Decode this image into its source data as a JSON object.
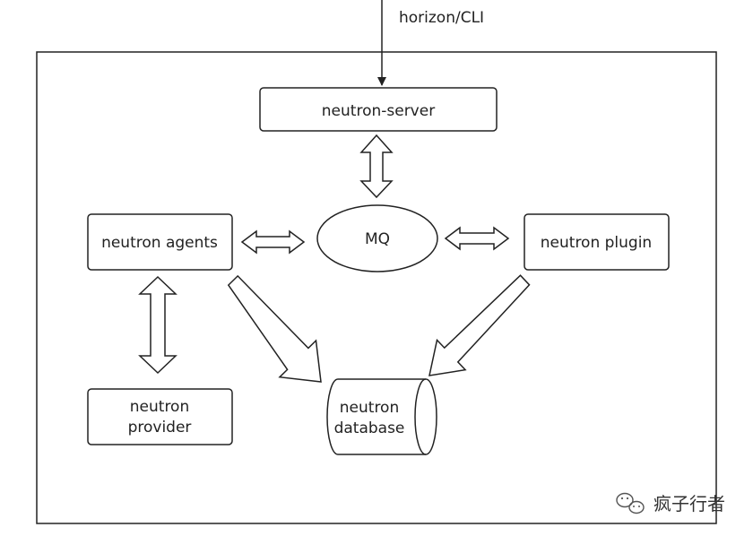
{
  "diagram": {
    "input_label": "horizon/CLI",
    "nodes": {
      "server": "neutron-server",
      "mq": "MQ",
      "agents": "neutron agents",
      "plugin": "neutron plugin",
      "provider_line1": "neutron",
      "provider_line2": "provider",
      "database_line1": "neutron",
      "database_line2": "database"
    }
  },
  "watermark": {
    "text": "疯子行者",
    "icon": "wechat-icon"
  },
  "colors": {
    "stroke": "#222222",
    "background": "#ffffff"
  }
}
